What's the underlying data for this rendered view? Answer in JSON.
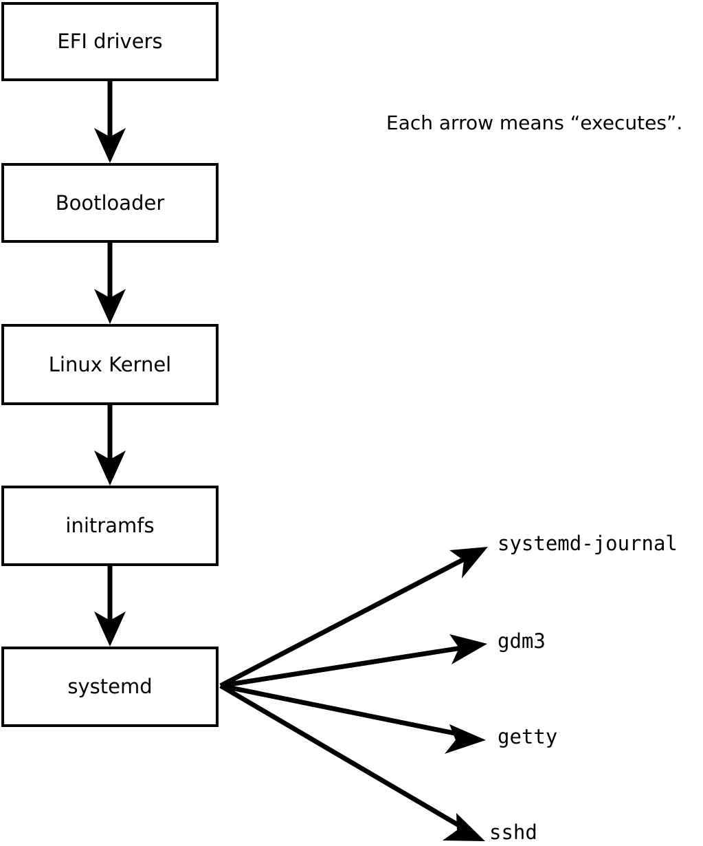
{
  "diagram": {
    "legend": {
      "text": "Each arrow means “executes”."
    },
    "chain": [
      {
        "id": "efi-drivers",
        "label": "EFI drivers"
      },
      {
        "id": "bootloader",
        "label": "Bootloader"
      },
      {
        "id": "linux-kernel",
        "label": "Linux Kernel"
      },
      {
        "id": "initramfs",
        "label": "initramfs"
      },
      {
        "id": "systemd",
        "label": "systemd"
      }
    ],
    "services": [
      {
        "id": "systemd-journal",
        "label": "systemd-journal"
      },
      {
        "id": "gdm3",
        "label": "gdm3"
      },
      {
        "id": "getty",
        "label": "getty"
      },
      {
        "id": "sshd",
        "label": "sshd"
      }
    ],
    "colors": {
      "stroke": "#000000",
      "fill": "#ffffff",
      "text": "#000000"
    }
  }
}
